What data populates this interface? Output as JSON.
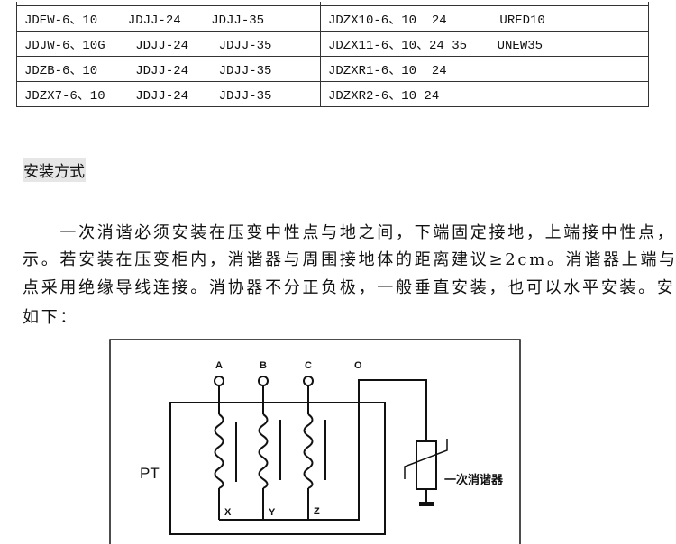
{
  "table": {
    "rows": [
      {
        "left": "JDEW-6、10    JDJJ-24    JDJJ-35",
        "right": "JDZX10-6、10  24       URED10"
      },
      {
        "left": "JDJW-6、10G    JDJJ-24    JDJJ-35",
        "right": "JDZX11-6、10、24 35    UNEW35"
      },
      {
        "left": "JDZB-6、10     JDJJ-24    JDJJ-35",
        "right": "JDZXR1-6、10  24"
      },
      {
        "left": "JDZX7-6、10    JDJJ-24    JDJJ-35",
        "right": "JDZXR2-6、10 24"
      }
    ]
  },
  "section": {
    "heading": "安装方式",
    "lines": [
      "　　一次消谐必须安装在压变中性点与地之间，下端固定接地，上端接中性点，如下图所",
      "示。若安装在压变柜内，消谐器与周围接地体的距离建议≥2cm。消谐器上端与压变中性",
      "点采用绝缘导线连接。消协器不分正负极，一般垂直安装，也可以水平安装。安装原理图",
      "如下："
    ]
  },
  "diagram": {
    "terminals": [
      "A",
      "B",
      "C",
      "O"
    ],
    "ends": [
      "X",
      "Y",
      "Z"
    ],
    "pt_label": "PT",
    "device_label": "一次消谐器"
  }
}
